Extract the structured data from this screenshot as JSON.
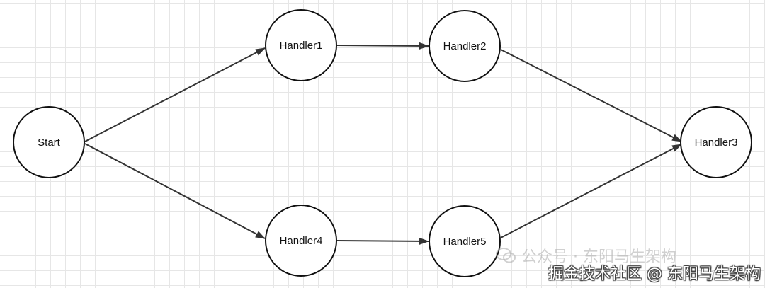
{
  "nodes": {
    "start": "Start",
    "handler1": "Handler1",
    "handler2": "Handler2",
    "handler3": "Handler3",
    "handler4": "Handler4",
    "handler5": "Handler5"
  },
  "watermarks": {
    "wechat": "公众号 · 东阳马生架构",
    "juejin": "掘金技术社区 @ 东阳马生架构"
  },
  "colors": {
    "stroke": "#111111",
    "arrow": "#333333",
    "grid": "#e6e6e6"
  }
}
